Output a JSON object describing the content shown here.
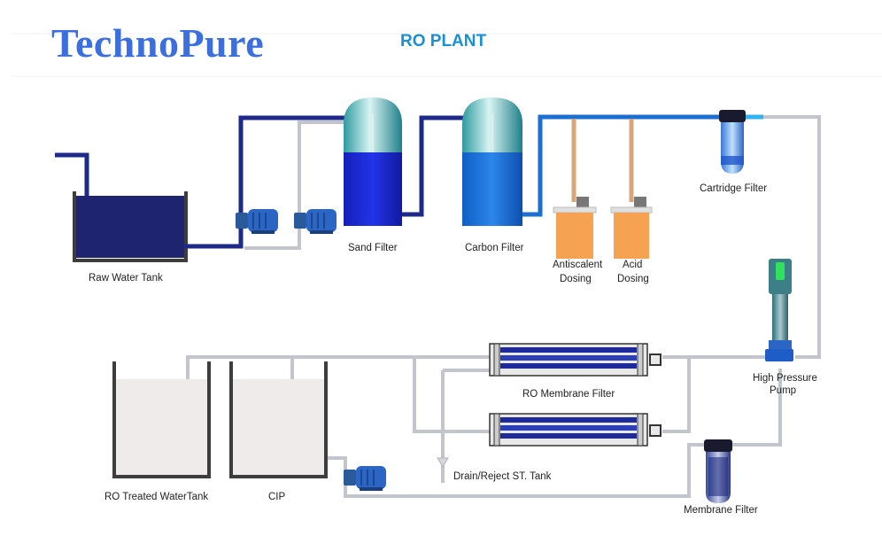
{
  "brand": "TechnoPure",
  "title": "RO PLANT",
  "labels": {
    "raw_water_tank": "Raw Water Tank",
    "sand_filter": "Sand Filter",
    "carbon_filter": "Carbon Filter",
    "antiscalent_1": "Antiscalent",
    "antiscalent_2": "Dosing",
    "acid_1": "Acid",
    "acid_2": "Dosing",
    "cartridge_filter": "Cartridge Filter",
    "high_pressure_1": "High Pressure",
    "high_pressure_2": "Pump",
    "ro_membrane_filter": "RO Membrane Filter",
    "drain_tank": "Drain/Reject ST. Tank",
    "ro_treated_tank": "RO Treated WaterTank",
    "cip": "CIP",
    "membrane_filter": "Membrane Filter"
  },
  "colors": {
    "brand": "#3b6fe0",
    "title": "#1a8fd6",
    "raw_pipe": "#1d2a8a",
    "filter_pipe": "#1a6fd0",
    "grey_pipe": "#c2c6cc",
    "tank_dark": "#1f2470",
    "dosing_tank": "#f5a352"
  }
}
